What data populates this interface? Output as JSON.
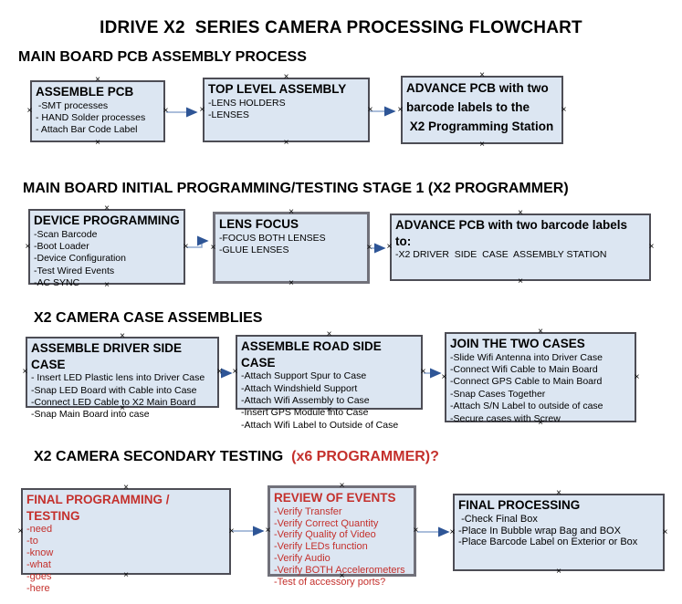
{
  "title": "IDRIVE X2  SERIES CAMERA PROCESSING FLOWCHART",
  "colors": {
    "box_fill": "#dce6f2",
    "box_border": "#4d4d55",
    "accent_red": "#c4302c",
    "arrow_line": "#8fa9cf",
    "arrow_head": "#2e5596"
  },
  "sections": [
    {
      "heading": "MAIN BOARD PCB ASSEMBLY PROCESS",
      "boxes": [
        {
          "title": "ASSEMBLE PCB",
          "items": [
            " -SMT processes",
            "- HAND Solder processes",
            "- Attach Bar Code Label"
          ]
        },
        {
          "title": "TOP LEVEL ASSEMBLY",
          "items": [
            "-LENS HOLDERS",
            "-LENSES"
          ]
        },
        {
          "title": "ADVANCE PCB with two\nbarcode labels to the\n X2 Programming Station",
          "items": []
        }
      ]
    },
    {
      "heading": "MAIN BOARD INITIAL PROGRAMMING/TESTING STAGE 1 (X2 PROGRAMMER)",
      "boxes": [
        {
          "title": "DEVICE PROGRAMMING",
          "items": [
            "-Scan Barcode",
            "-Boot Loader",
            "-Device Configuration",
            "-Test Wired Events",
            "-AC SYNC"
          ]
        },
        {
          "title": "LENS FOCUS",
          "items": [
            "-FOCUS BOTH LENSES",
            "-GLUE LENSES"
          ]
        },
        {
          "title": "ADVANCE PCB with two barcode labels to:",
          "items": [
            "-X2 DRIVER  SIDE  CASE  ASSEMBLY STATION"
          ]
        }
      ]
    },
    {
      "heading": "X2 CAMERA CASE ASSEMBLIES",
      "boxes": [
        {
          "title": "ASSEMBLE DRIVER SIDE CASE",
          "items": [
            "- Insert LED Plastic lens into Driver Case",
            "-Snap LED Board with Cable into Case",
            "-Connect LED Cable to X2 Main Board",
            "-Snap Main Board into case"
          ]
        },
        {
          "title": "ASSEMBLE ROAD SIDE CASE",
          "items": [
            "-Attach Support Spur to Case",
            "-Attach Windshield Support",
            "-Attach Wifi Assembly to Case",
            "-Insert GPS Module into Case",
            "-Attach Wifi Label to Outside of Case"
          ]
        },
        {
          "title": "JOIN THE TWO CASES",
          "items": [
            "-Slide Wifi Antenna into Driver Case",
            "-Connect Wifi Cable to Main Board",
            "-Connect GPS Cable to Main Board",
            "-Snap Cases Together",
            "-Attach S/N Label to outside of case",
            "-Secure cases with Screw"
          ]
        }
      ]
    },
    {
      "heading": "X2 CAMERA SECONDARY TESTING  ",
      "heading_red": "(x6 PROGRAMMER)?",
      "boxes": [
        {
          "title": "FINAL PROGRAMMING / TESTING",
          "items": [
            "-need",
            "-to",
            "-know",
            "-what",
            "-goes",
            "-here"
          ]
        },
        {
          "title": "REVIEW OF EVENTS",
          "items": [
            "-Verify Transfer",
            "-Verify Correct Quantity",
            "-Verify Quality of Video",
            "-Verify LEDs function",
            "-Verify Audio",
            "-Verify BOTH Accelerometers",
            "-Test of accessory ports?"
          ]
        },
        {
          "title": "FINAL PROCESSING",
          "items": [
            " -Check Final Box",
            "-Place In Bubble wrap Bag and BOX",
            "-Place Barcode Label on Exterior or Box"
          ]
        }
      ]
    }
  ]
}
